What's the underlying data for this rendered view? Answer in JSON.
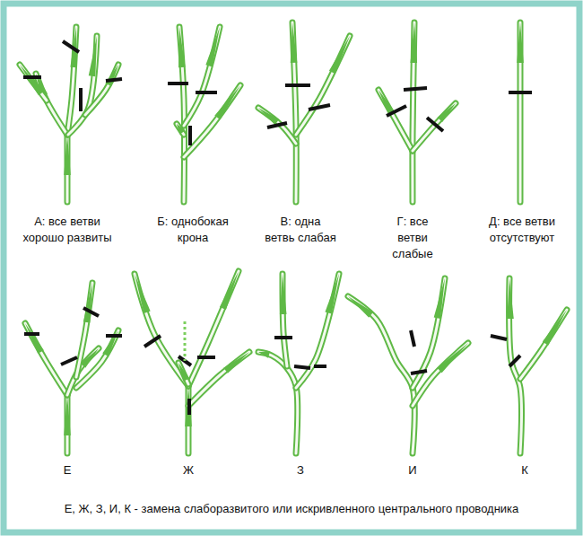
{
  "diagram": {
    "caption": "Е, Ж, З, И, К - замена слаборазвитого или искривленного центрального проводника",
    "labels": [
      "А: все ветви хорошо развиты",
      "Б: однобокая крона",
      "В: одна ветвь слабая",
      "Г: все ветви слабые",
      "Д: все ветви отсутствуют",
      "Е",
      "Ж",
      "З",
      "И",
      "К"
    ]
  }
}
